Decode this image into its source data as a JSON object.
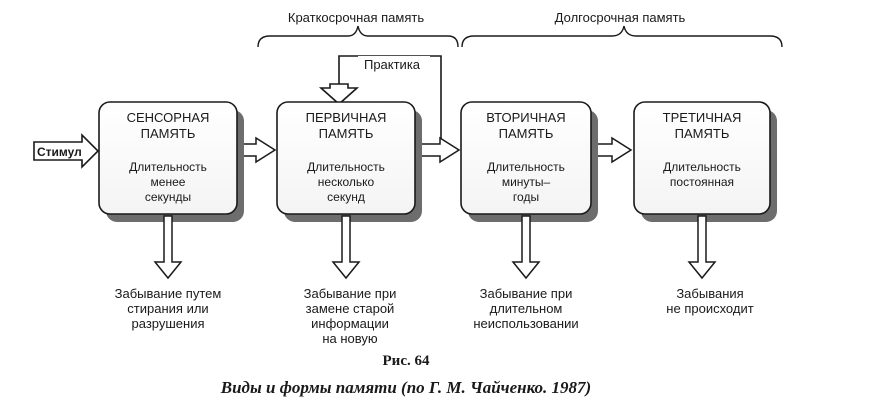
{
  "groups": {
    "short_term": "Краткосрочная память",
    "long_term": "Долгосрочная память"
  },
  "practice_label": "Практика",
  "stimulus_label": "Стимул",
  "boxes": [
    {
      "title": [
        "СЕНСОРНАЯ",
        "ПАМЯТЬ"
      ],
      "duration": [
        "Длительность",
        "менее",
        "секунды"
      ]
    },
    {
      "title": [
        "ПЕРВИЧНАЯ",
        "ПАМЯТЬ"
      ],
      "duration": [
        "Длительность",
        "несколько",
        "секунд"
      ]
    },
    {
      "title": [
        "ВТОРИЧНАЯ",
        "ПАМЯТЬ"
      ],
      "duration": [
        "Длительность",
        "минуты–",
        "годы"
      ]
    },
    {
      "title": [
        "ТРЕТИЧНАЯ",
        "ПАМЯТЬ"
      ],
      "duration": [
        "Длительность",
        "постоянная"
      ]
    }
  ],
  "outcomes": [
    [
      "Забывание путем",
      "стирания или",
      "разрушения"
    ],
    [
      "Забывание при",
      "замене старой",
      "информации",
      "на новую"
    ],
    [
      "Забывание при",
      "длительном",
      "неиспользовании"
    ],
    [
      "Забывания",
      "не происходит"
    ]
  ],
  "figure_number": "Рис. 64",
  "figure_caption": "Виды и формы памяти (по Г. М. Чайченко. 1987)"
}
